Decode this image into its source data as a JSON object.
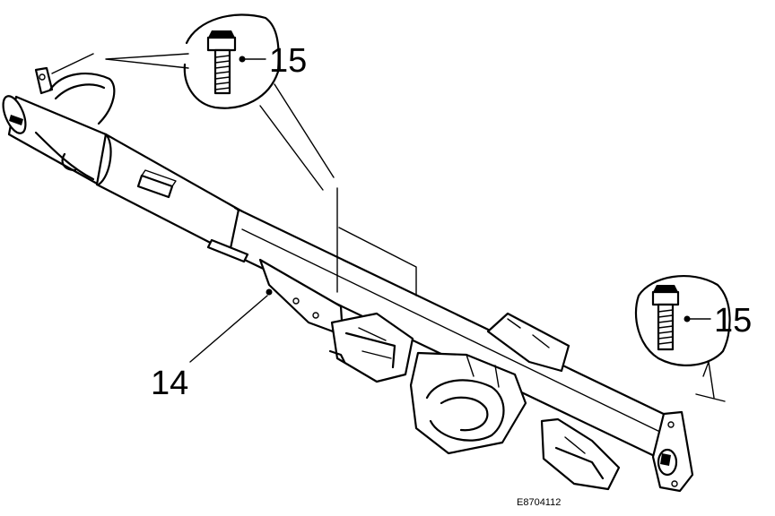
{
  "callouts": {
    "bolt_top": "15",
    "bolt_right": "15",
    "beam": "14"
  },
  "reference_code": "E8704112",
  "icons": {
    "bolt": "bolt-icon",
    "beam": "cross-car-beam-drawing"
  }
}
